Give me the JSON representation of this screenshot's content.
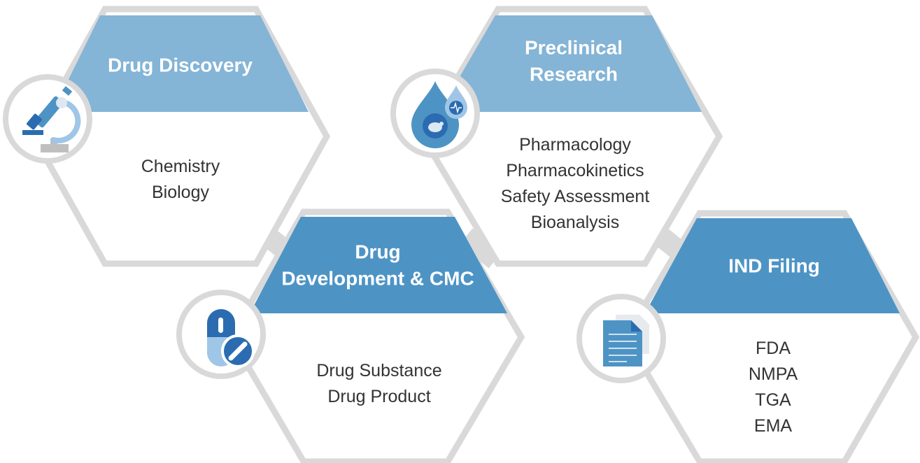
{
  "colors": {
    "hex_stroke": "#d9d9d9",
    "hex_fill": "#ffffff",
    "header_light": "#84b4d6",
    "header_dark": "#4d94c5",
    "header_text": "#ffffff",
    "body_text": "#333333",
    "icon_dark": "#2b6cb0",
    "icon_mid": "#4d94c5",
    "icon_light": "#9fc6e6",
    "icon_gray": "#bfbfbf"
  },
  "stages": [
    {
      "id": "drug-discovery",
      "title_lines": [
        "Drug Discovery"
      ],
      "items": [
        "Chemistry",
        "Biology"
      ],
      "header_color": "light",
      "icon": "microscope-icon"
    },
    {
      "id": "drug-development-cmc",
      "title_lines": [
        "Drug",
        "Development & CMC"
      ],
      "items": [
        "Drug Substance",
        "Drug Product"
      ],
      "header_color": "dark",
      "icon": "capsule-pill-icon"
    },
    {
      "id": "preclinical-research",
      "title_lines": [
        "Preclinical",
        "Research"
      ],
      "items": [
        "Pharmacology",
        "Pharmacokinetics",
        "Safety Assessment",
        "Bioanalysis"
      ],
      "header_color": "light",
      "icon": "blood-drop-mouse-icon"
    },
    {
      "id": "ind-filing",
      "title_lines": [
        "IND Filing"
      ],
      "items": [
        "FDA",
        "NMPA",
        "TGA",
        "EMA"
      ],
      "header_color": "dark",
      "icon": "documents-icon"
    }
  ]
}
